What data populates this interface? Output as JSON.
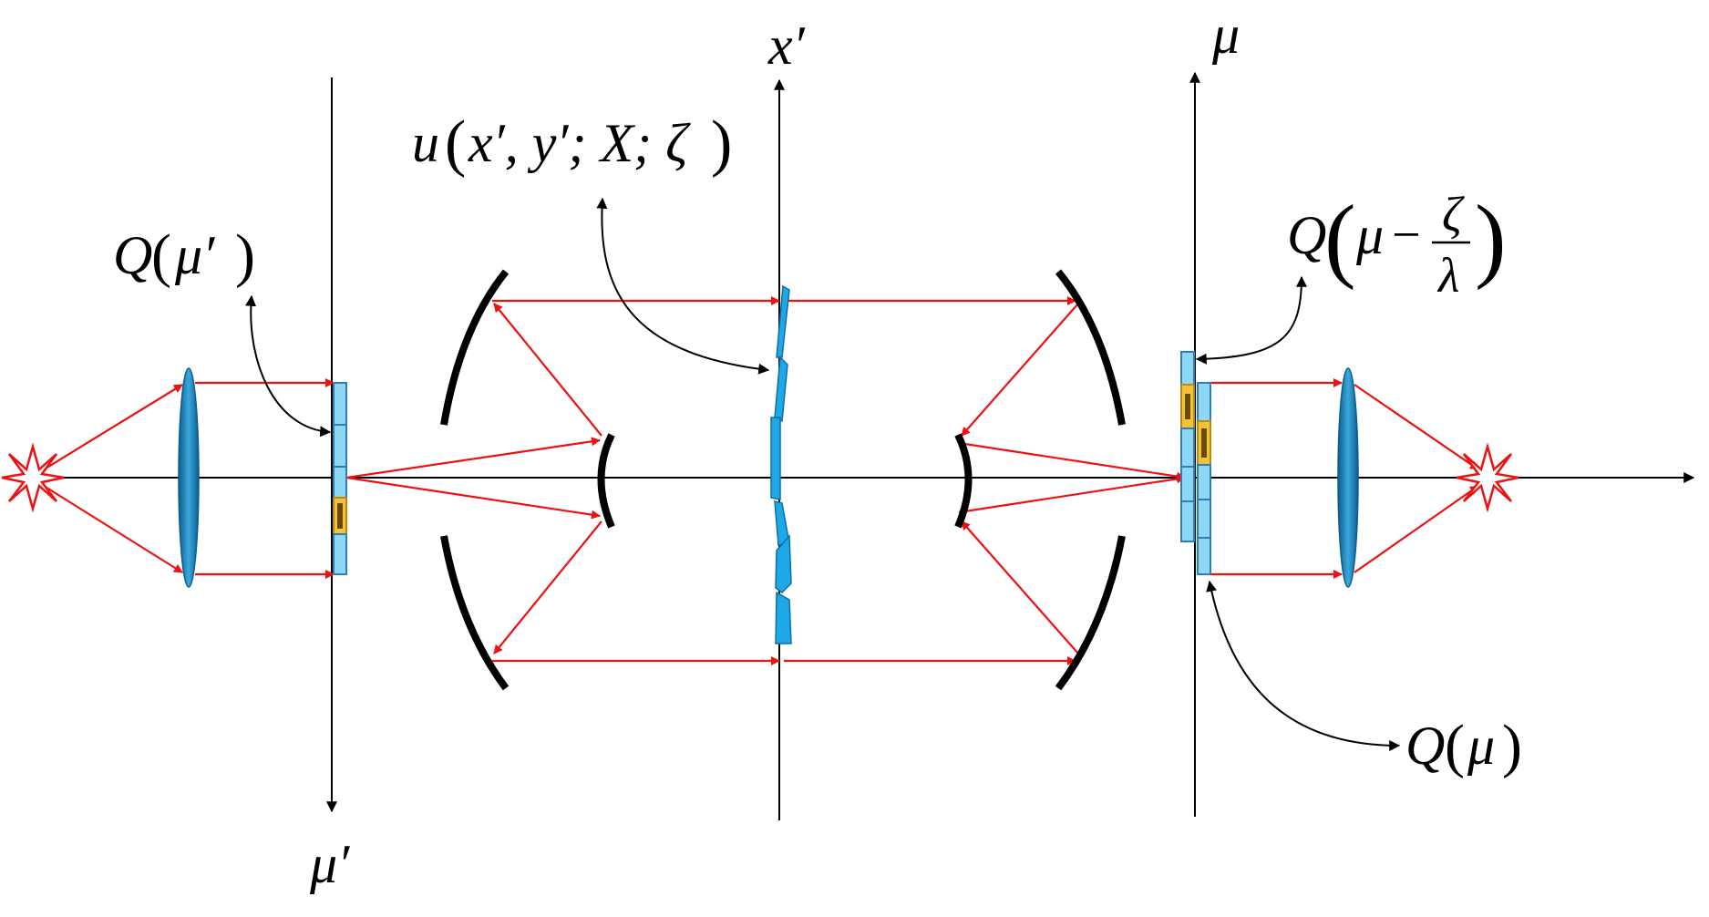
{
  "labels": {
    "q_mu_prime": {
      "func": "Q",
      "arg": "μ′"
    },
    "mu_prime_axis": "μ′",
    "x_prime_axis": "x′",
    "mu_axis": "μ",
    "field": {
      "func": "u",
      "args": "x′, y′; X; ζ"
    },
    "q_shifted": {
      "func": "Q",
      "minuend": "μ",
      "minus": "−",
      "numerator": "ζ",
      "denominator": "λ"
    },
    "q_mu": {
      "func": "Q",
      "arg": "μ"
    }
  },
  "colors": {
    "ray": "#ee1111",
    "axis": "#000000",
    "mirror": "#000000",
    "lens": "#1c8fc8",
    "lens_dark": "#0d5d8c",
    "modulator_cell": "#8fd8f5",
    "modulator_edge": "#2a7fb5",
    "active_cell": "#f2c33a",
    "active_core": "#6b4a00",
    "sawtooth": "#1ea8e8",
    "source": "#ee1111"
  },
  "icons": {
    "source": "star-burst-icon",
    "detector": "star-burst-icon"
  }
}
